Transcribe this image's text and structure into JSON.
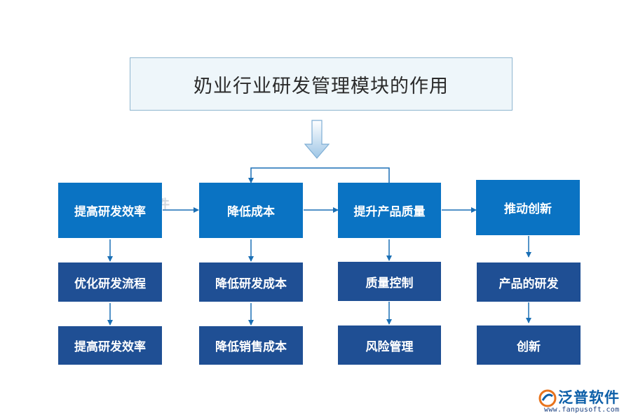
{
  "title": "奶业行业研发管理模块的作用",
  "nodes": {
    "c1_top": "提高研发效率",
    "c1_mid": "优化研发流程",
    "c1_bot": "提高研发效率",
    "c2_top": "降低成本",
    "c2_mid": "降低研发成本",
    "c2_bot": "降低销售成本",
    "c3_top": "提升产品质量",
    "c3_mid": "质量控制",
    "c3_bot": "风险管理",
    "c4_top": "推动创新",
    "c4_mid": "产品的研发",
    "c4_bot": "创新"
  },
  "watermark": "泛普软件",
  "logo": {
    "name": "泛普软件",
    "url": "www.fanpusoft.com"
  },
  "colors": {
    "top_box": "#0a73c3",
    "sub_box": "#1f4f94",
    "connector": "#1a6fb5",
    "title_border": "#8fb6d0"
  }
}
